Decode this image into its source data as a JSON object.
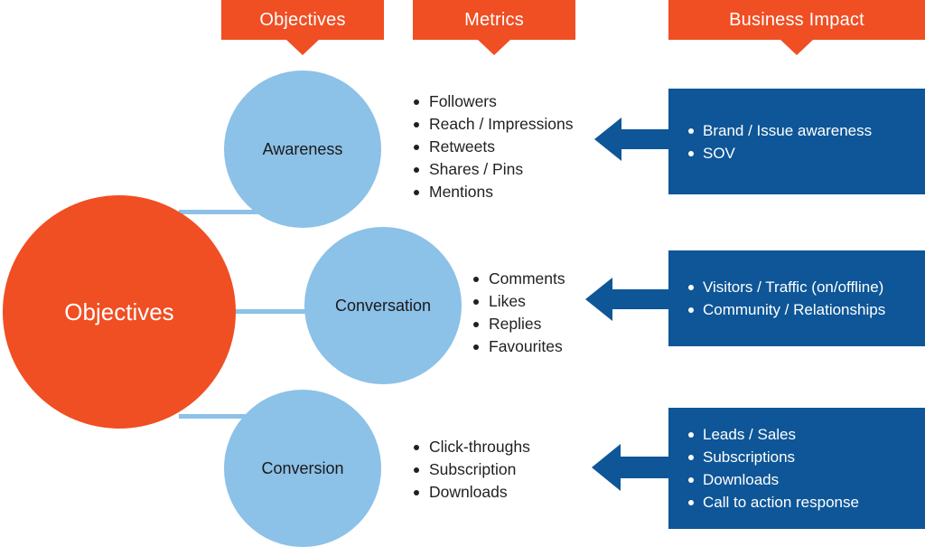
{
  "headers": [
    {
      "label": "Objectives",
      "color": "#F04E23"
    },
    {
      "label": "Metrics",
      "color": "#F04E23"
    },
    {
      "label": "Business Impact",
      "color": "#F04E23"
    }
  ],
  "hub": {
    "label": "Objectives",
    "color": "#F04E23",
    "text_color": "#FFFFFF"
  },
  "stages": [
    {
      "label": "Awareness",
      "color": "#8CC1E8"
    },
    {
      "label": "Conversation",
      "color": "#8CC1E8"
    },
    {
      "label": "Conversion",
      "color": "#8CC1E8"
    }
  ],
  "metrics": {
    "awareness": [
      "Followers",
      "Reach / Impressions",
      "Retweets",
      "Shares / Pins",
      "Mentions"
    ],
    "conversation": [
      "Comments",
      "Likes",
      "Replies",
      "Favourites"
    ],
    "conversion": [
      "Click-throughs",
      "Subscription",
      "Downloads"
    ]
  },
  "business_impact": {
    "box_color": "#0E5697",
    "arrow_color": "#0E5697",
    "awareness": [
      "Brand / Issue awareness",
      "SOV"
    ],
    "conversation": [
      "Visitors / Traffic (on/offline)",
      "Community / Relationships"
    ],
    "conversion": [
      "Leads / Sales",
      "Subscriptions",
      "Downloads",
      "Call to action response"
    ]
  }
}
